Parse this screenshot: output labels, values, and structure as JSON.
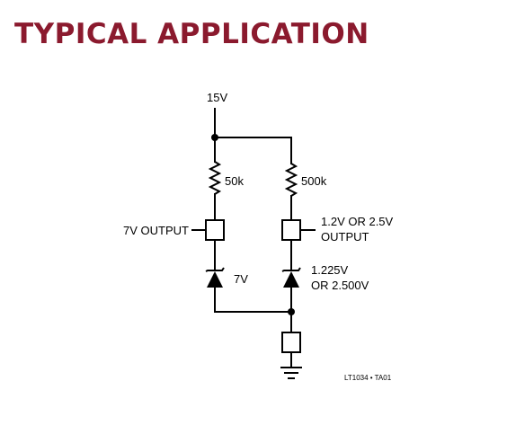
{
  "header": {
    "title": "TYPICAL APPLICATION"
  },
  "colors": {
    "title": "#8b1a2e",
    "line": "#000000"
  },
  "schematic": {
    "supply_label": "15V",
    "left_branch": {
      "resistor_label": "50k",
      "output_label": "7V OUTPUT",
      "diode_label": "7V"
    },
    "right_branch": {
      "resistor_label": "500k",
      "output_label_line1": "1.2V OR 2.5V",
      "output_label_line2": "OUTPUT",
      "diode_label_line1": "1.225V",
      "diode_label_line2": "OR 2.500V"
    },
    "figure_id": "LT1034 • TA01"
  },
  "icons": {
    "resistor": "resistor-icon",
    "zener": "zener-diode-icon",
    "terminal": "terminal-pad-icon",
    "ground": "ground-icon"
  }
}
